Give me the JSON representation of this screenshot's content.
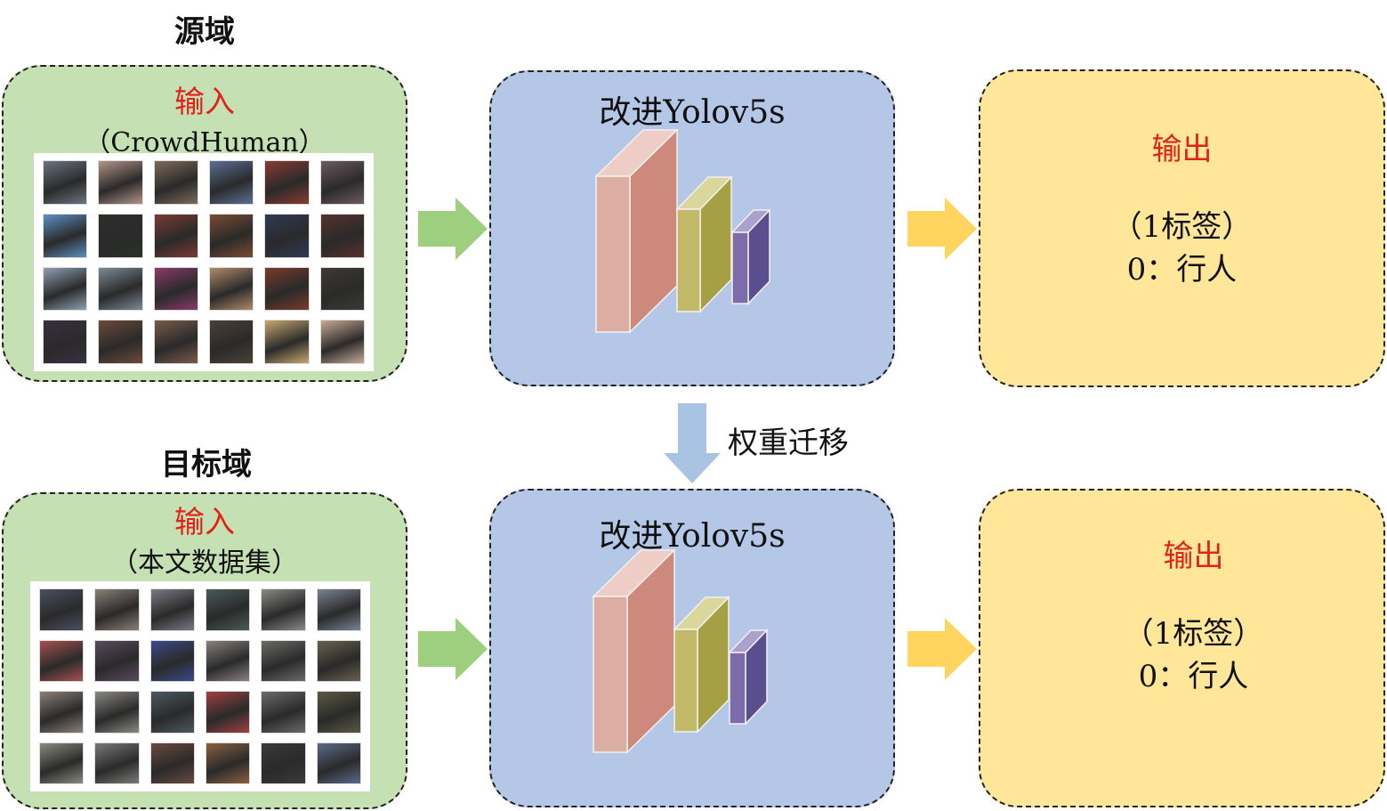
{
  "source": {
    "title": "源域",
    "input_label": "输入",
    "dataset_label": "（CrowdHuman）",
    "thumb_colors": [
      "#6b7480",
      "#b29488",
      "#7d6b58",
      "#5b6f95",
      "#8a3a32",
      "#6d5a62",
      "#5d8fc2",
      "#2b3028",
      "#7c3a32",
      "#7a4b32",
      "#2f3a55",
      "#5a3030",
      "#8fa0b4",
      "#7d8a94",
      "#8a3a6a",
      "#b08a6a",
      "#7a3a2a",
      "#3d3a34",
      "#3a3040",
      "#6d4a3a",
      "#7a5a4a",
      "#4a4038",
      "#c8a870",
      "#c8aa96"
    ]
  },
  "target": {
    "title": "目标域",
    "input_label": "输入",
    "dataset_label": "（本文数据集）",
    "thumb_colors": [
      "#4a5060",
      "#8a8078",
      "#7a7a85",
      "#4a5a58",
      "#8a8a88",
      "#7a8494",
      "#a85050",
      "#5a4a60",
      "#3a4a8a",
      "#8a8080",
      "#6a6a68",
      "#6a6050",
      "#8a8078",
      "#8a8884",
      "#4a5a60",
      "#a04040",
      "#6a6a6a",
      "#5a5a40",
      "#8a8a80",
      "#7a7a78",
      "#6a4a40",
      "#8a6040",
      "#3a3a3a",
      "#5a6a8a"
    ]
  },
  "model": {
    "title": "改进Yolov5s",
    "colors": {
      "layer1_front": "#dcaea3",
      "layer1_side": "#cd8a7c",
      "layer1_top": "#edcdc6",
      "layer2_front": "#c2ba68",
      "layer2_side": "#a6a045",
      "layer2_top": "#dad79c",
      "layer3_front": "#7c6cab",
      "layer3_side": "#5a4e8e",
      "layer3_top": "#aaa2cc"
    }
  },
  "output": {
    "label": "输出",
    "classes_count": "（1标签）",
    "class_line": "0：行人"
  },
  "transfer": {
    "label": "权重迁移"
  },
  "colors": {
    "green_arrow": "#9dcf7f",
    "yellow_arrow": "#ffd45f",
    "blue_arrow": "#a9c3e3"
  }
}
